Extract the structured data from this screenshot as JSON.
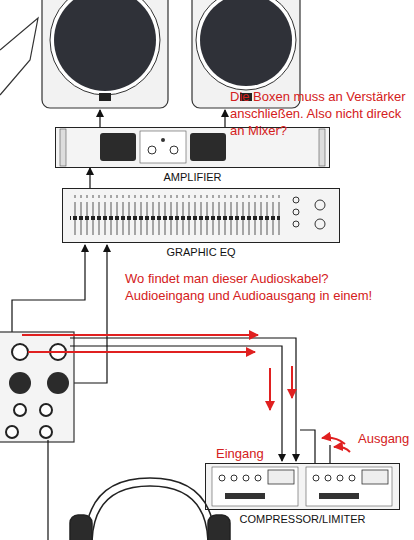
{
  "diagram": {
    "nodes": [
      {
        "text": [
          "AMPLIFIER"
        ]
      },
      {
        "text": [
          "GRAPHIC EQ"
        ]
      },
      {
        "text": [
          "COMPRESSOR/LIMITER"
        ]
      }
    ],
    "edges": [
      {
        "from": 1,
        "to": 0,
        "arrow": "to"
      }
    ],
    "labels": [
      "Die Boxen muss an Verstärker anschließen. Also nicht direck an Mixer?",
      "Wo findet man dieser Audioskabel? Audioeingang und Audioausgang in einem!",
      "Eingang",
      "Ausgang"
    ]
  }
}
